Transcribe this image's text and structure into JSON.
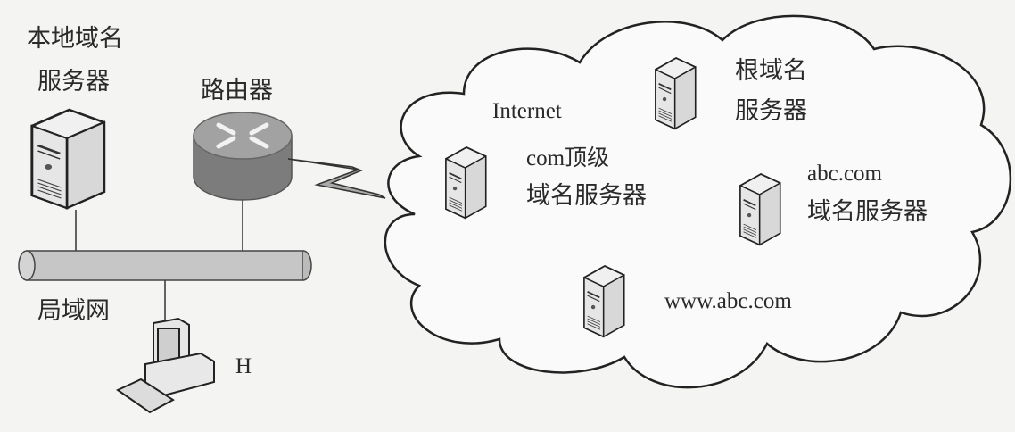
{
  "labels": {
    "local_dns_line1": "本地域名",
    "local_dns_line2": "服务器",
    "router": "路由器",
    "lan": "局域网",
    "host": "H",
    "internet": "Internet",
    "root_dns_line1": "根域名",
    "root_dns_line2": "服务器",
    "com_dns_line1": "com顶级",
    "com_dns_line2": "域名服务器",
    "abc_dns_line1": "abc.com",
    "abc_dns_line2": "域名服务器",
    "www": "www.abc.com"
  },
  "colors": {
    "outline": "#222222",
    "router_top": "#9a9a9a",
    "router_side": "#7a7a7a",
    "tube": "#c8c8c8",
    "server_body": "#e8e8e8"
  }
}
